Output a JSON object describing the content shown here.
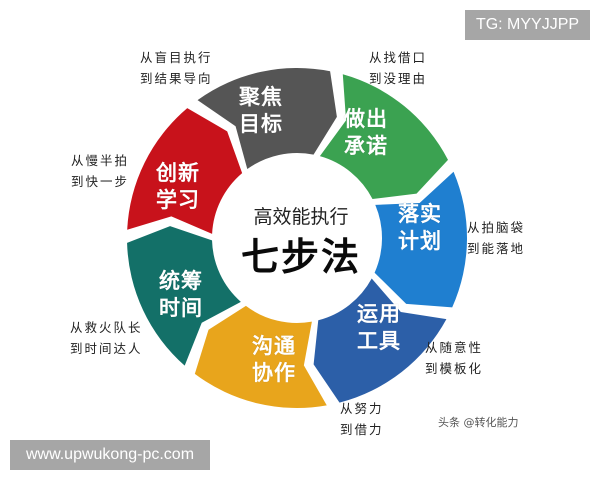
{
  "diagram": {
    "center": {
      "subtitle": "高效能执行",
      "title": "七步法"
    },
    "segments": [
      {
        "id": "focus-goal",
        "line1": "聚焦",
        "line2": "目标",
        "color": "#555555",
        "note1": "从盲目执行",
        "note2": "到结果导向"
      },
      {
        "id": "make-commitment",
        "line1": "做出",
        "line2": "承诺",
        "color": "#3ba251",
        "note1": "从找借口",
        "note2": "到没理由"
      },
      {
        "id": "implement-plan",
        "line1": "落实",
        "line2": "计划",
        "color": "#1f7fd0",
        "note1": "从拍脑袋",
        "note2": "到能落地"
      },
      {
        "id": "use-tools",
        "line1": "运用",
        "line2": "工具",
        "color": "#2c5fa8",
        "note1": "从随意性",
        "note2": "到模板化"
      },
      {
        "id": "communicate",
        "line1": "沟通",
        "line2": "协作",
        "color": "#e8a51c",
        "note1": "从努力",
        "note2": "到借力"
      },
      {
        "id": "manage-time",
        "line1": "统筹",
        "line2": "时间",
        "color": "#137068",
        "note1": "从救火队长",
        "note2": "到时间达人"
      },
      {
        "id": "innovate-learn",
        "line1": "创新",
        "line2": "学习",
        "color": "#c8121b",
        "note1": "从慢半拍",
        "note2": "到快一步"
      }
    ]
  },
  "watermarks": {
    "tg": "TG: MYYJJPP",
    "url": "www.upwukong-pc.com",
    "credit": "头条 @转化能力"
  }
}
